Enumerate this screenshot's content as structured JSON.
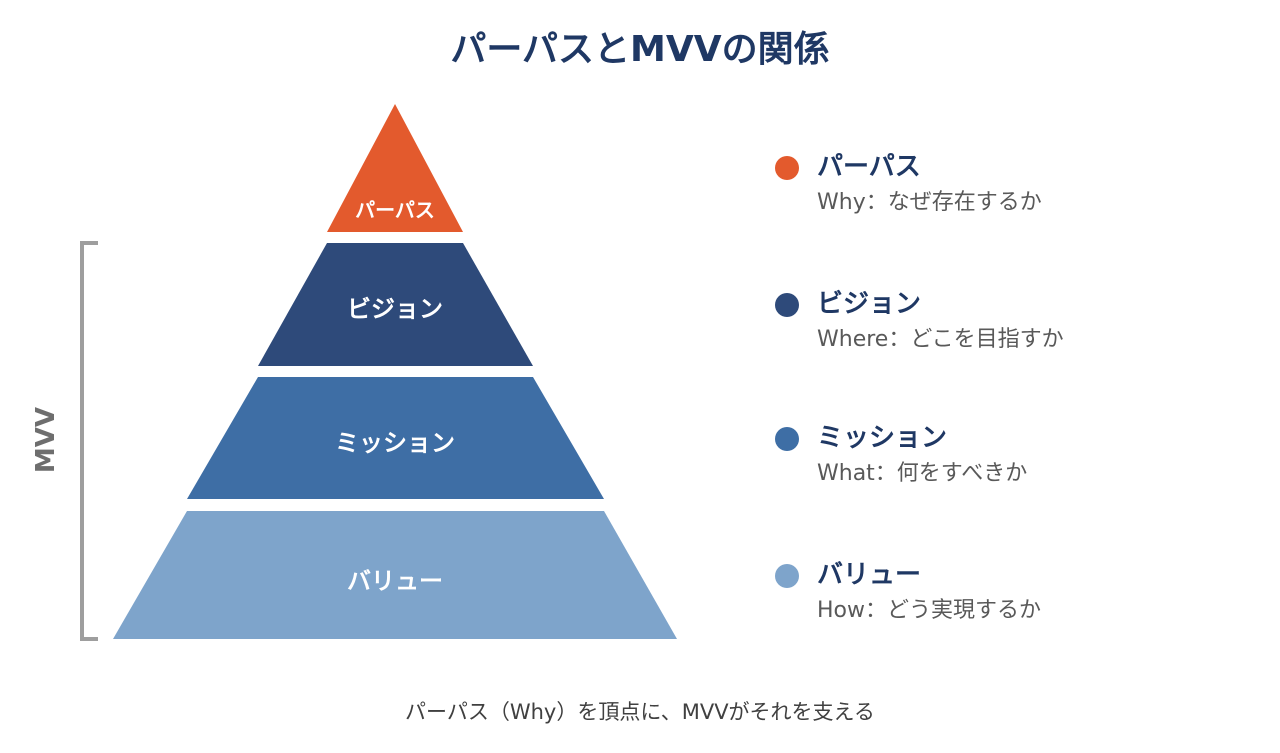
{
  "title": "パーパスとMVVの関係",
  "bracket_label": "MVV",
  "tiers": [
    {
      "label": "パーパス",
      "color": "#e35a2d"
    },
    {
      "label": "ビジョン",
      "color": "#2e4a7a"
    },
    {
      "label": "ミッション",
      "color": "#3e6ea5"
    },
    {
      "label": "バリュー",
      "color": "#7ea4cb"
    }
  ],
  "legend": [
    {
      "name": "パーパス",
      "desc": "Why：なぜ存在するか",
      "color": "#e35a2d"
    },
    {
      "name": "ビジョン",
      "desc": "Where：どこを目指すか",
      "color": "#2e4a7a"
    },
    {
      "name": "ミッション",
      "desc": "What：何をすべきか",
      "color": "#3e6ea5"
    },
    {
      "name": "バリュー",
      "desc": "How：どう実現するか",
      "color": "#7ea4cb"
    }
  ],
  "caption": "パーパス（Why）を頂点に、MVVがそれを支える",
  "colors": {
    "title": "#1f3864",
    "bracket": "#9e9e9e"
  }
}
